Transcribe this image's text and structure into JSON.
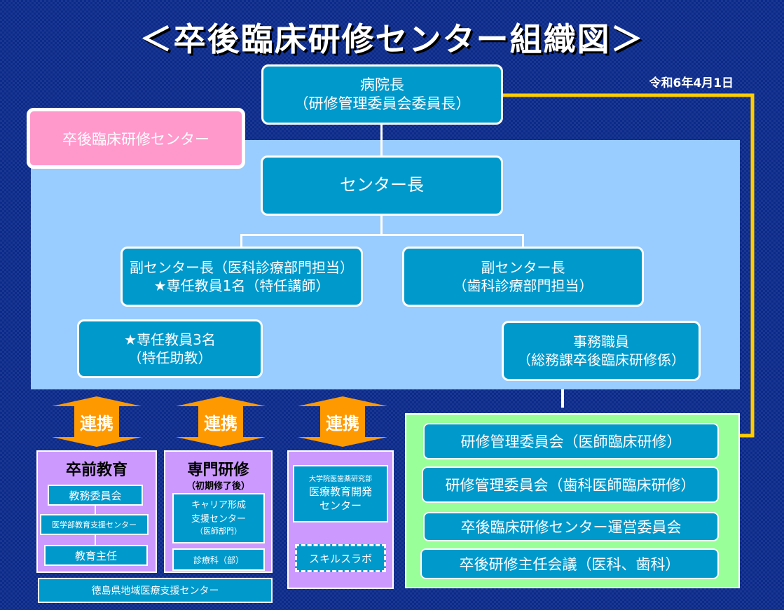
{
  "title": "＜卒後臨床研修センター組織図＞",
  "date": "令和6年4月1日",
  "director": {
    "line1": "病院長",
    "line2": "（研修管理委員会委員長）"
  },
  "center_label": "卒後臨床研修センター",
  "center_head": "センター長",
  "vice_medical": {
    "line1": "副センター長（医科診療部門担当）",
    "line2": "★専任教員1名（特任講師）"
  },
  "vice_dental": {
    "line1": "副センター長",
    "line2": "（歯科診療部門担当）"
  },
  "faculty": {
    "line1": "★専任教員3名",
    "line2": "（特任助教）"
  },
  "staff": {
    "line1": "事務職員",
    "line2": "（総務課卒後臨床研修係）"
  },
  "cooperation_label": "連携",
  "undergrad": {
    "title": "卒前教育",
    "committee": "教務委員会",
    "support": "医学部教育支援センター",
    "chief": "教育主任"
  },
  "specialty": {
    "title": "専門研修",
    "subtitle": "（初期修了後）",
    "career_line1": "キャリア形成",
    "career_line2": "支援センター",
    "career_line3": "（医師部門）",
    "departments": "診療科（部）"
  },
  "edu_dev": {
    "dept": "大学院医歯薬研究部",
    "name_line1": "医療教育開発",
    "name_line2": "センター",
    "skills_lab": "スキルスラボ"
  },
  "regional": "徳島県地域医療支援センター",
  "committees": [
    "研修管理委員会（医師臨床研修）",
    "研修管理委員会（歯科医師臨床研修）",
    "卒後臨床研修センター運営委員会",
    "卒後研修主任会議（医科、歯科）"
  ],
  "colors": {
    "accent_arrow": "#ff9900",
    "connector": "#ffcc00",
    "box": "#0099cc",
    "panel": "#99ccff",
    "green": "#99ff99",
    "purple": "#cc99ff",
    "pink": "#ff99cc"
  }
}
